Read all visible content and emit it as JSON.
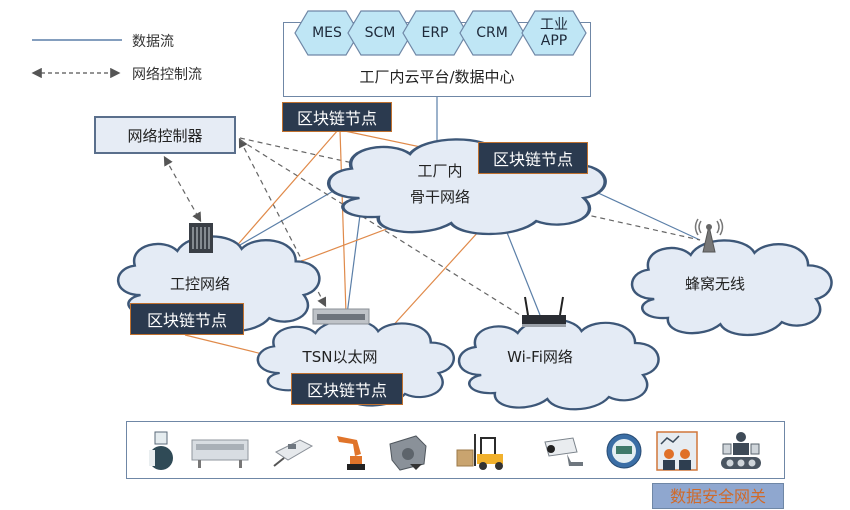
{
  "legend": {
    "data_flow": "数据流",
    "control_flow": "网络控制流"
  },
  "platform": {
    "title": "工厂内云平台/数据中心",
    "apps": [
      "MES",
      "SCM",
      "ERP",
      "CRM",
      "工业\nAPP"
    ]
  },
  "controller": {
    "label": "网络控制器"
  },
  "clouds": {
    "backbone": {
      "line1": "工厂内",
      "line2": "骨干网络"
    },
    "industrial_control": "工控网络",
    "tsn": "TSN以太网",
    "wifi": "Wi-Fi网络",
    "cellular": "蜂窝无线"
  },
  "blockchain_nodes": [
    "区块链节点",
    "区块链节点",
    "区块链节点",
    "区块链节点"
  ],
  "devices": [
    "electromagnetic-flowmeter",
    "reflow-oven",
    "agv-vehicle",
    "industrial-robot-arm",
    "engine",
    "forklift",
    "surveillance-camera",
    "smart-meter",
    "operators-monitoring",
    "conveyor-robot"
  ],
  "gateway": {
    "label": "数据安全网关"
  },
  "colors": {
    "data_flow": "#5b7fa8",
    "control_flow": "#555555",
    "blockchain_link": "#e08a4a",
    "cloud_fill": "#e4ebf5",
    "cloud_stroke": "#3d5778",
    "hex_fill": "#bfe6f5",
    "node_bg": "#2b3a4f"
  }
}
